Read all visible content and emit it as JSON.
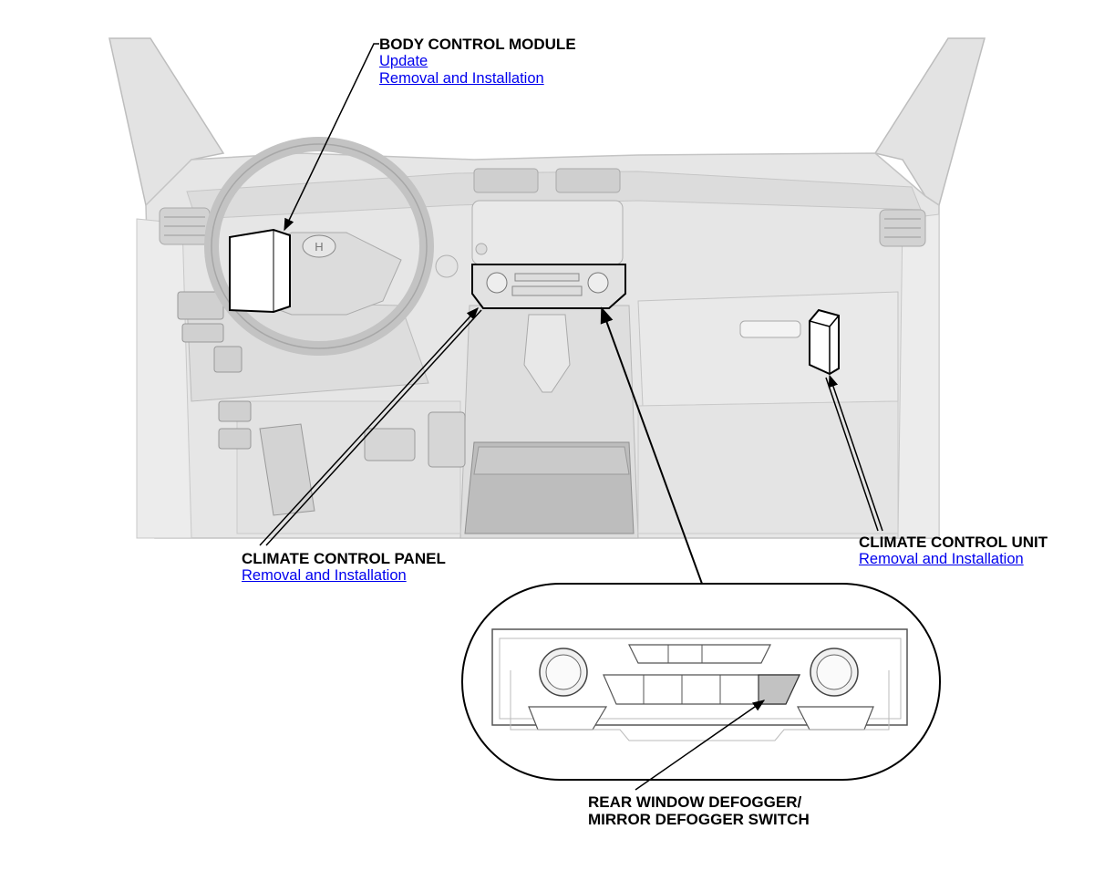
{
  "colors": {
    "vehicle_fill": "#e3e3e3",
    "vehicle_fill_light": "#eeeeee",
    "vehicle_shade": "#c9c9c9",
    "vehicle_dark": "#8a8a8a",
    "component_fill": "#ffffff",
    "outline": "#000000",
    "link": "#0000ee"
  },
  "callouts": {
    "body_control_module": {
      "title": "BODY CONTROL MODULE",
      "links": [
        "Update",
        "Removal and Installation"
      ]
    },
    "climate_control_panel": {
      "title": "CLIMATE CONTROL PANEL",
      "links": [
        "Removal and Installation"
      ]
    },
    "climate_control_unit": {
      "title": "CLIMATE CONTROL UNIT",
      "links": [
        "Removal and Installation"
      ]
    },
    "defogger_switch": {
      "title_lines": [
        "REAR WINDOW DEFOGGER/",
        "MIRROR DEFOGGER SWITCH"
      ]
    }
  }
}
